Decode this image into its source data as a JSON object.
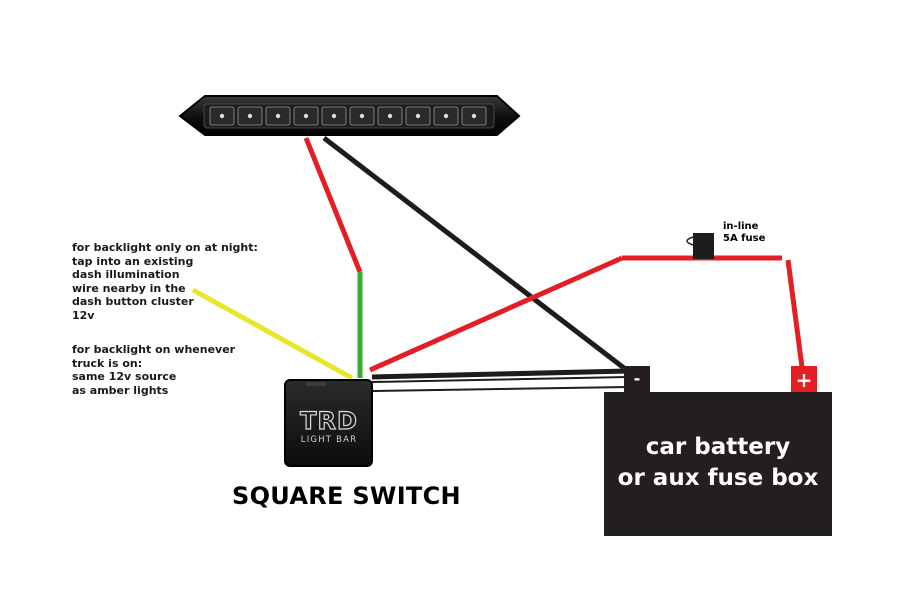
{
  "notes": {
    "night": [
      "for backlight only on at night:",
      "tap into an existing",
      "dash illumination",
      "wire nearby in the",
      "dash button cluster",
      "12v"
    ],
    "truck": [
      "for backlight on whenever",
      "truck is on:",
      "same 12v source",
      "as amber lights"
    ]
  },
  "switch": {
    "title": "SQUARE SWITCH",
    "logo": "TRD",
    "sublabel": "LIGHT BAR"
  },
  "fuse": {
    "label_line1": "in-line",
    "label_line2": "5A fuse"
  },
  "battery": {
    "line1": "car battery",
    "line2": "or aux fuse box",
    "negative": "-",
    "positive": "+"
  },
  "colors": {
    "positive_wire": "#e31e24",
    "ground_wire": "#1d1d1b",
    "backlight_wire": "#e8e52a",
    "switch_signal_wire": "#39a935",
    "battery_body": "#231f20",
    "positive_terminal": "#e31e24"
  }
}
